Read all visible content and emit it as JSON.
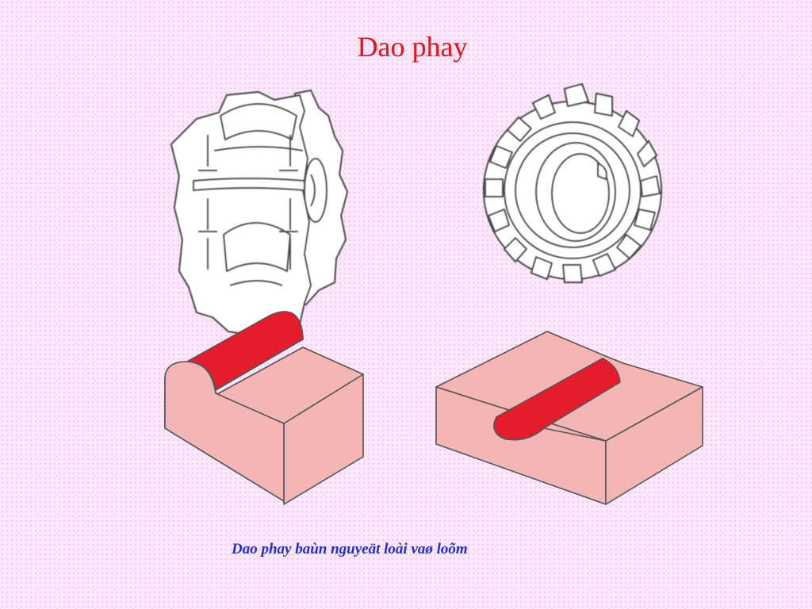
{
  "slide": {
    "title": "Dao phay",
    "caption": "Dao phay baùn nguyeät loài vaø loõm"
  },
  "figures": [
    {
      "name": "convex-cutter-side-view"
    },
    {
      "name": "concave-cutter-front-view"
    },
    {
      "name": "convex-workpiece-block"
    },
    {
      "name": "concave-workpiece-block"
    }
  ],
  "colors": {
    "title": "#e8141c",
    "caption": "#1f2fc9",
    "block_fill": "#f4b5b5",
    "cut_fill": "#e51c2b",
    "outline": "#555555"
  }
}
